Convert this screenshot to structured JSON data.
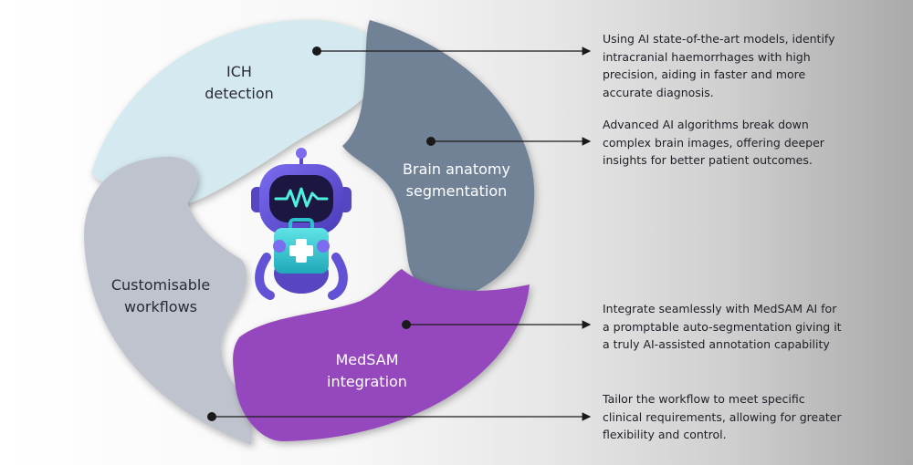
{
  "colors": {
    "ich": "#d5e9f0",
    "anatomy": "#718297",
    "medsam": "#9546bd",
    "workflows": "#bfc3cd",
    "text_dark": "#2a2a35",
    "text_light": "#ffffff",
    "connector": "#1a1a1a"
  },
  "segments": [
    {
      "id": "ich",
      "label_lines": [
        "ICH",
        "detection"
      ]
    },
    {
      "id": "anatomy",
      "label_lines": [
        "Brain anatomy",
        "segmentation"
      ]
    },
    {
      "id": "medsam",
      "label_lines": [
        "MedSAM",
        "integration"
      ]
    },
    {
      "id": "workflows",
      "label_lines": [
        "Customisable",
        "workflows"
      ]
    }
  ],
  "descriptions": [
    {
      "id": "ich",
      "lines": [
        "Using AI state-of-the-art models, identify",
        "intracranial haemorrhages with high",
        "precision, aiding in faster and more",
        "accurate diagnosis."
      ]
    },
    {
      "id": "anatomy",
      "lines": [
        "Advanced AI algorithms break down",
        "complex brain images, offering deeper",
        "insights for better patient outcomes."
      ]
    },
    {
      "id": "medsam",
      "lines": [
        "Integrate seamlessly with MedSAM AI  for",
        "a promptable auto-segmentation giving it",
        "a truly AI-assisted annotation capability"
      ]
    },
    {
      "id": "workflows",
      "lines": [
        "Tailor the workflow to meet specific",
        "clinical requirements, allowing for greater",
        "flexibility and control."
      ]
    }
  ],
  "center_icon": "robot-medical-kit-icon"
}
